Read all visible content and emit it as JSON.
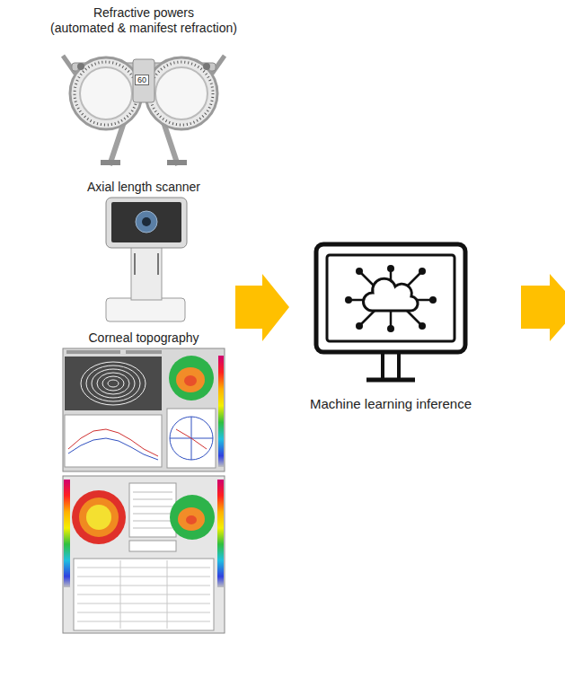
{
  "diagram": {
    "nodes": [
      {
        "text": [
          "Refractive powers",
          "(automated & manifest refraction)"
        ]
      },
      {
        "text": [
          "Axial length scanner"
        ]
      },
      {
        "text": [
          "Corneal topography"
        ]
      },
      {
        "text": [
          "Machine learning inference"
        ]
      }
    ],
    "labels": [
      "60"
    ]
  }
}
